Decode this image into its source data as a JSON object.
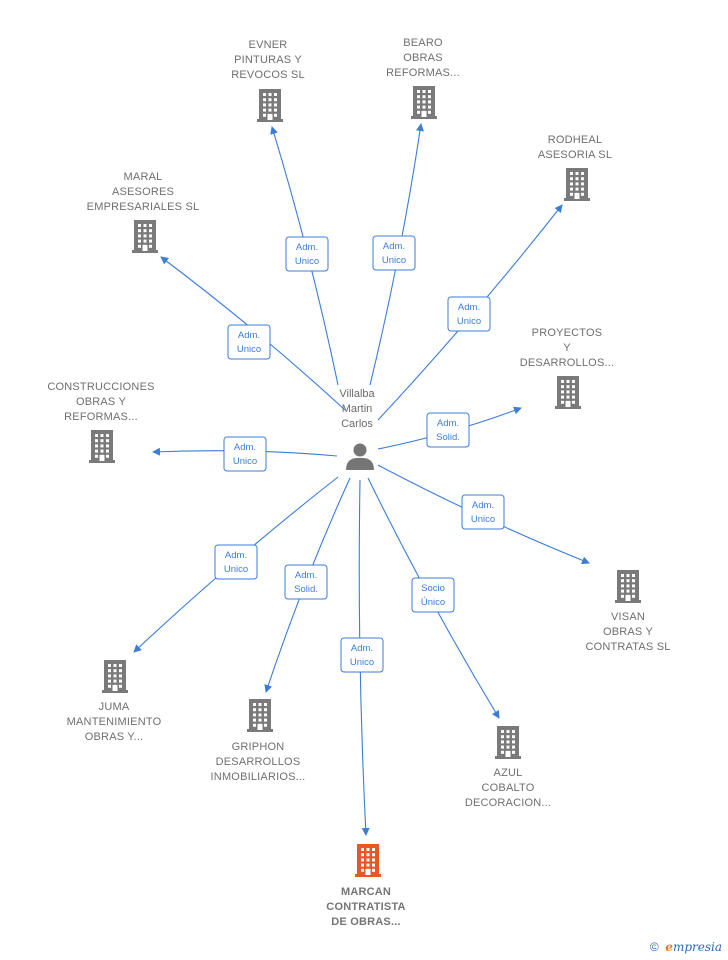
{
  "center": {
    "lines": [
      "Villalba",
      "Martin",
      "Carlos"
    ],
    "icon": "person-icon"
  },
  "colors": {
    "edge": "#3b7dd8",
    "building": "#7a7a7a",
    "highlight": "#e8572a"
  },
  "companies": [
    {
      "id": "evner",
      "lines": [
        "EVNER",
        "PINTURAS Y",
        "REVOCOS  SL"
      ],
      "role": [
        "Adm.",
        "Unico"
      ],
      "highlight": false
    },
    {
      "id": "bearo",
      "lines": [
        "BEARO",
        "OBRAS",
        "REFORMAS..."
      ],
      "role": [
        "Adm.",
        "Unico"
      ],
      "highlight": false
    },
    {
      "id": "rodheal",
      "lines": [
        "RODHEAL",
        "ASESORIA SL"
      ],
      "role": [
        "Adm.",
        "Unico"
      ],
      "highlight": false
    },
    {
      "id": "maral",
      "lines": [
        "MARAL",
        "ASESORES",
        "EMPRESARIALES SL"
      ],
      "role": [
        "Adm.",
        "Unico"
      ],
      "highlight": false
    },
    {
      "id": "proyectos",
      "lines": [
        "PROYECTOS",
        "Y",
        "DESARROLLOS..."
      ],
      "role": [
        "Adm.",
        "Solid."
      ],
      "highlight": false
    },
    {
      "id": "construcciones",
      "lines": [
        "CONSTRUCCIONES",
        "OBRAS Y",
        "REFORMAS..."
      ],
      "role": [
        "Adm.",
        "Unico"
      ],
      "highlight": false
    },
    {
      "id": "visan",
      "lines": [
        "VISAN",
        "OBRAS Y",
        "CONTRATAS SL"
      ],
      "role": [
        "Adm.",
        "Unico"
      ],
      "highlight": false
    },
    {
      "id": "juma",
      "lines": [
        "JUMA",
        "MANTENIMIENTO",
        "OBRAS Y..."
      ],
      "role": [
        "Adm.",
        "Unico"
      ],
      "highlight": false
    },
    {
      "id": "griphon",
      "lines": [
        "GRIPHON",
        "DESARROLLOS",
        "INMOBILIARIOS..."
      ],
      "role": [
        "Adm.",
        "Solid."
      ],
      "highlight": false
    },
    {
      "id": "azul",
      "lines": [
        "AZUL",
        "COBALTO",
        "DECORACION..."
      ],
      "role": [
        "Socio",
        "Único"
      ],
      "highlight": false
    },
    {
      "id": "marcan",
      "lines": [
        "MARCAN",
        "CONTRATISTA",
        "DE OBRAS..."
      ],
      "role": [
        "Adm.",
        "Unico"
      ],
      "highlight": true
    }
  ],
  "footer": {
    "copyright": "©",
    "brand_initial": "e",
    "brand_rest": "mpresia"
  }
}
